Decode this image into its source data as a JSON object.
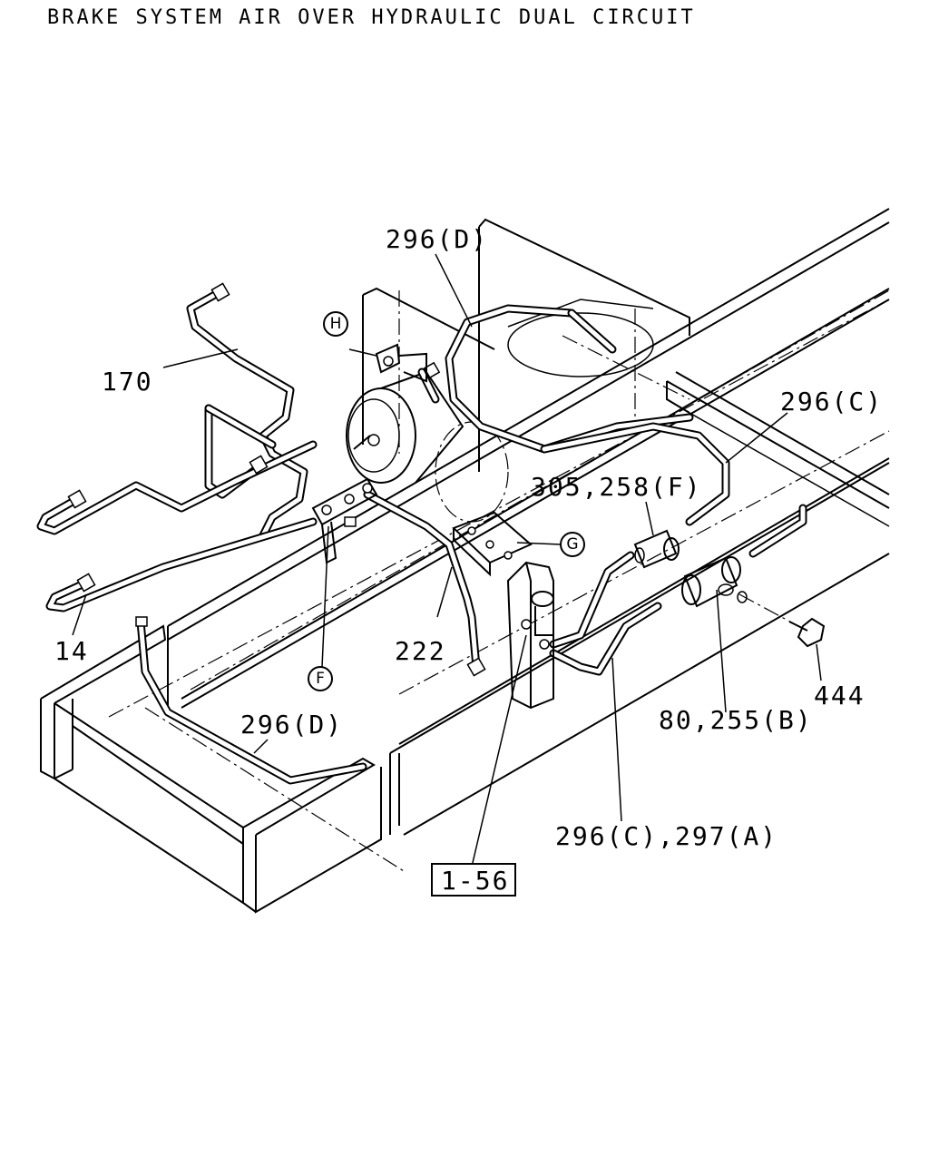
{
  "title": "BRAKE SYSTEM AIR OVER HYDRAULIC DUAL CIRCUIT",
  "callouts": {
    "c170": "170",
    "c14": "14",
    "c296d_top": "296(D)",
    "c296c": "296(C)",
    "c305_258f": "305,258(F)",
    "c222": "222",
    "c296d_bottom": "296(D)",
    "c444": "444",
    "c80_255b": "80,255(B)",
    "c296c_297a": "296(C),297(A)",
    "ref_box": "1-56"
  },
  "markers": {
    "H": "H",
    "G": "G",
    "F": "F"
  }
}
